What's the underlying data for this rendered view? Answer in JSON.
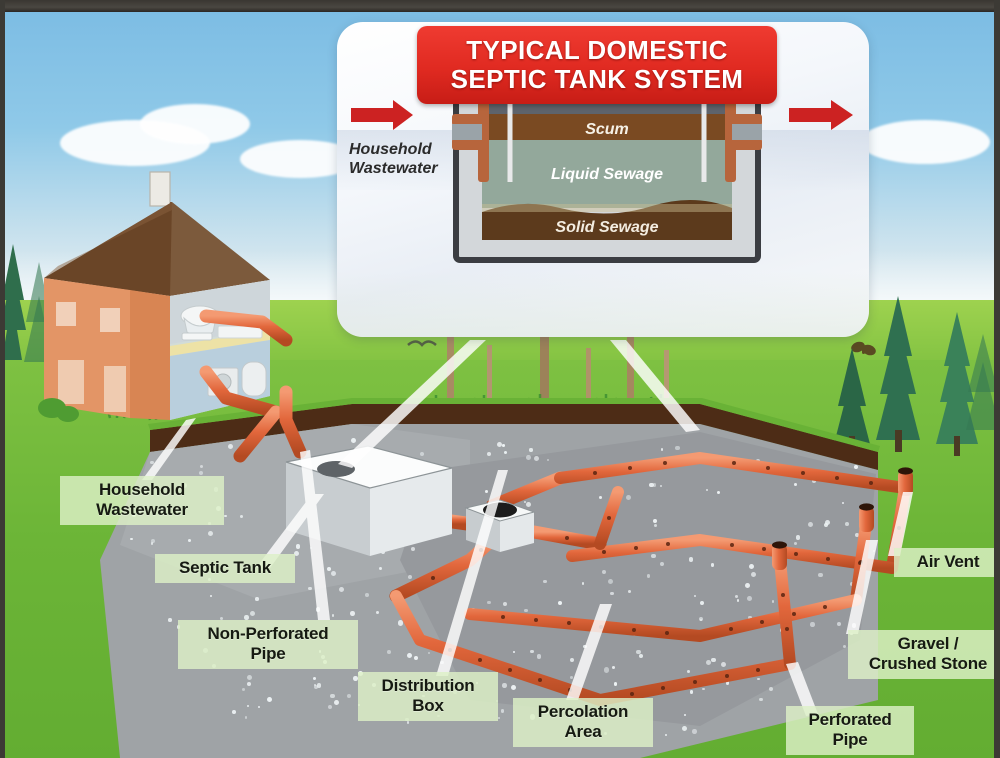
{
  "banner": {
    "title": "TYPICAL DOMESTIC\nSEPTIC TANK SYSTEM",
    "color": "#e02a21"
  },
  "inset": {
    "name": "septic-tank-cutaway-detail",
    "inflow_label": "Household\nWastewater",
    "layers": [
      {
        "id": "scum",
        "label": "Scum",
        "color": "#7a4a22"
      },
      {
        "id": "liquid",
        "label": "Liquid Sewage",
        "color": "#93a89b"
      },
      {
        "id": "solid",
        "label": "Solid Sewage",
        "color": "#5c3a1c"
      }
    ],
    "headspace_color": "#5e636b",
    "inlet_arrow": "red-arrow-left",
    "outlet_arrow": "red-arrow-right",
    "riser_count": 3
  },
  "callouts": [
    {
      "id": "household-wastewater",
      "text": "Household\nWastewater"
    },
    {
      "id": "septic-tank",
      "text": "Septic Tank"
    },
    {
      "id": "non-perforated-pipe",
      "text": "Non-Perforated\nPipe"
    },
    {
      "id": "distribution-box",
      "text": "Distribution\nBox"
    },
    {
      "id": "percolation-area",
      "text": "Percolation\nArea"
    },
    {
      "id": "perforated-pipe",
      "text": "Perforated\nPipe"
    },
    {
      "id": "gravel-crushed-stone",
      "text": "Gravel /\nCrushed Stone"
    },
    {
      "id": "air-vent",
      "text": "Air Vent"
    }
  ],
  "palette": {
    "sky": "#8fc9e8",
    "lawn": "#6cb537",
    "soil": "#53301a",
    "gravel": "#9a9ea1",
    "pipe": "#e2673c",
    "tank_body": "#cdd2d6",
    "label_bg": "#ddf0c7",
    "banner_red": "#e02a21",
    "tree_green": "#2c6b4a",
    "roof": "#6e4a2e",
    "wall": "#e08a5a"
  },
  "scene": {
    "house": "cutaway-two-storey-house",
    "fixtures": [
      "toilet",
      "sink",
      "washing-machine",
      "water-heater"
    ],
    "tank": "septic-tank-box",
    "dbox": "distribution-box",
    "field": "drain-field-trench-loop",
    "vent_count": 3
  }
}
